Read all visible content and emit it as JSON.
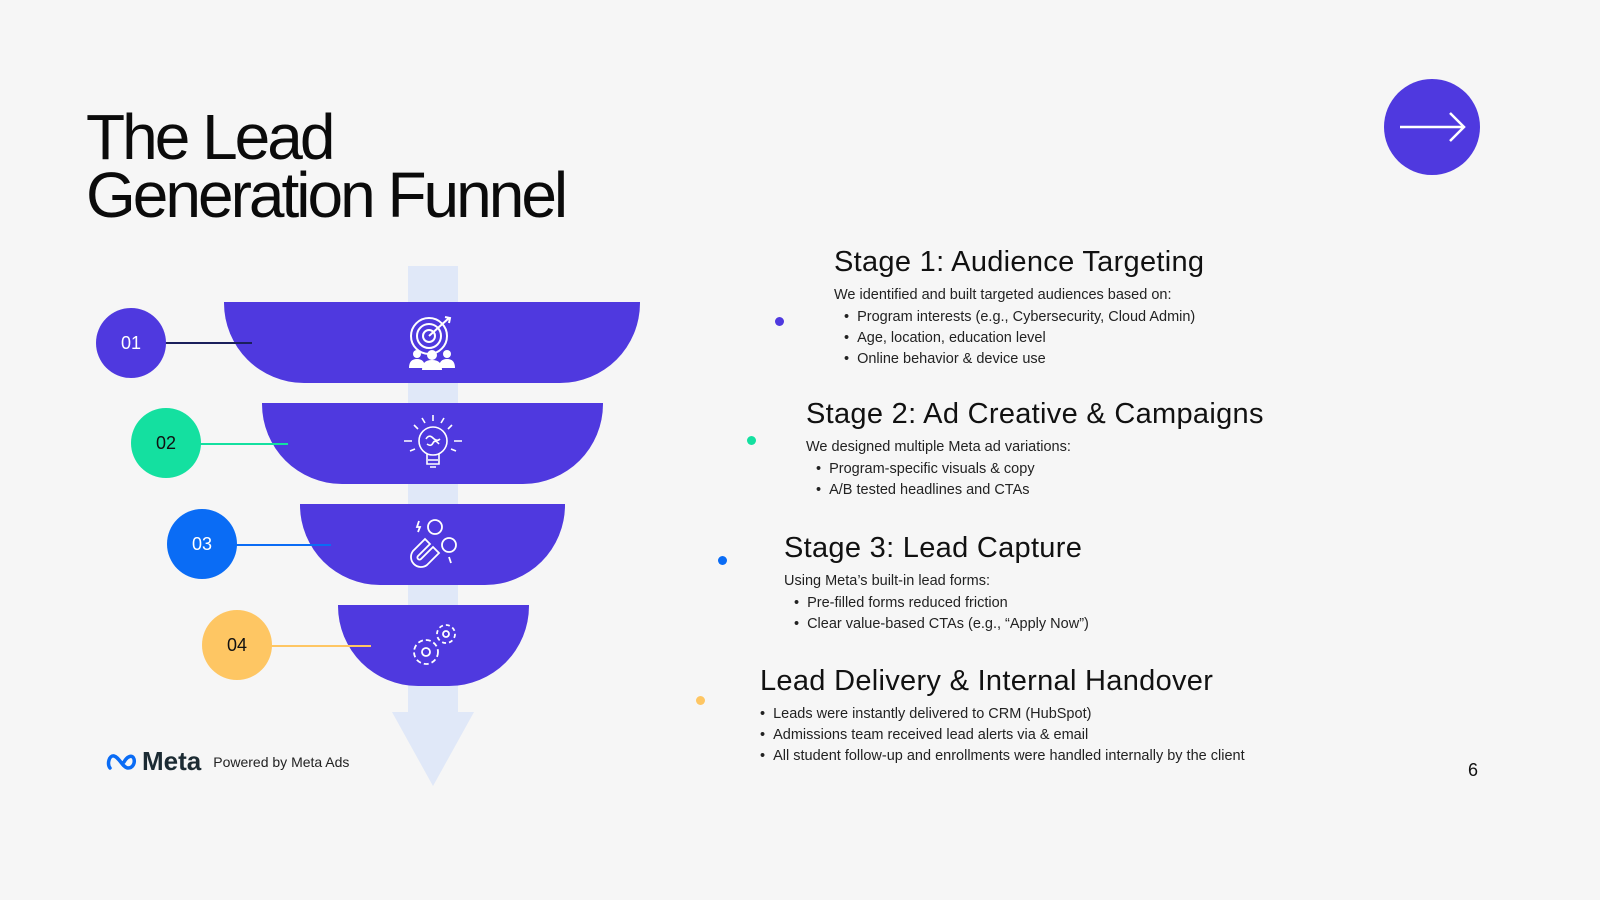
{
  "title": {
    "line1": "The Lead",
    "line2": "Generation Funnel"
  },
  "next_button": {
    "icon": "arrow-right-icon"
  },
  "funnel": [
    {
      "number": "01",
      "color": "#4f39df",
      "text_color": "#ffffff",
      "icon": "target-audience-icon"
    },
    {
      "number": "02",
      "color": "#14e0a0",
      "text_color": "#111111",
      "icon": "lightbulb-brain-icon"
    },
    {
      "number": "03",
      "color": "#0a6cf5",
      "text_color": "#ffffff",
      "icon": "magnet-users-icon"
    },
    {
      "number": "04",
      "color": "#fec663",
      "text_color": "#111111",
      "icon": "gears-icon"
    }
  ],
  "stages": [
    {
      "title": "Stage 1: Audience Targeting",
      "intro": "We identified and built targeted audiences based on:",
      "bullets": [
        "Program interests (e.g., Cybersecurity, Cloud Admin)",
        "Age, location, education level",
        "Online behavior & device use"
      ]
    },
    {
      "title": "Stage 2: Ad Creative & Campaigns",
      "intro": "We designed multiple Meta ad variations:",
      "bullets": [
        "Program-specific visuals & copy",
        "A/B tested headlines and CTAs"
      ]
    },
    {
      "title": "Stage 3: Lead Capture",
      "intro": "Using Meta’s built-in lead forms:",
      "bullets": [
        "Pre-filled forms reduced friction",
        "Clear value-based CTAs (e.g., “Apply Now”)"
      ]
    },
    {
      "title": "Lead Delivery & Internal Handover",
      "bullets": [
        "Leads were instantly delivered to CRM (HubSpot)",
        "Admissions team received lead alerts via & email",
        "All student follow-up and enrollments were handled internally by the client"
      ]
    }
  ],
  "footer": {
    "logo_text": "Meta",
    "powered_by": "Powered by Meta Ads",
    "page_number": "6"
  }
}
